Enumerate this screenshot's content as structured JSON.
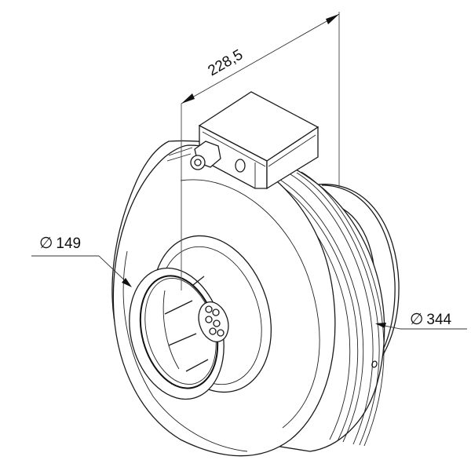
{
  "drawing": {
    "subject": "centrifugal duct fan, isometric line drawing",
    "line_color": "#1a1a1a",
    "background": "#ffffff"
  },
  "dimensions": {
    "length": {
      "value": "228,5",
      "orientation": "diagonal"
    },
    "inlet_diameter": {
      "symbol": "∅",
      "value": "149"
    },
    "outer_diameter": {
      "symbol": "∅",
      "value": "344"
    }
  },
  "components": {
    "terminal_box": "terminal-box",
    "cable_gland": "cable-gland",
    "inlet_spigot": "inlet-spigot",
    "impeller": "impeller",
    "motor_hub": "motor-hub",
    "housing": "fan-housing",
    "outlet_spigot": "outlet-spigot"
  }
}
